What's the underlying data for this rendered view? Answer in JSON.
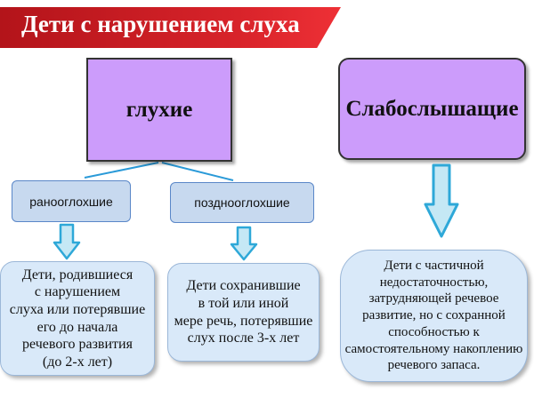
{
  "title": "Дети с нарушением слуха",
  "nodes": {
    "deaf": "глухие",
    "hard_of_hearing": "Слабослышащие",
    "early_deaf": "ранооглохшие",
    "late_deaf": "позднооглохшие"
  },
  "descriptions": {
    "early_deaf": "Дети, родившиеся\nс нарушением\nслуха или потерявшие\nего до начала\nречевого развития\n(до 2-х лет)",
    "late_deaf": "Дети сохранившие\nв той или иной\nмере речь, потерявшие\nслух после 3-х лет",
    "hard_of_hearing": "Дети с частичной\nнедостаточностью,\nзатрудняющей речевое\nразвитие, но с сохранной\nспособностью к\nсамостоятельному накоплению\nречевого запаса."
  },
  "colors": {
    "banner": "#d8232a",
    "purple_box": "#cc9cfb",
    "light_blue_box": "#c7d9ef",
    "desc_box": "#d9e9f9",
    "arrow_fill": "#c5e8f5",
    "arrow_stroke": "#2ea8d8",
    "connector": "#2a9ad8"
  }
}
